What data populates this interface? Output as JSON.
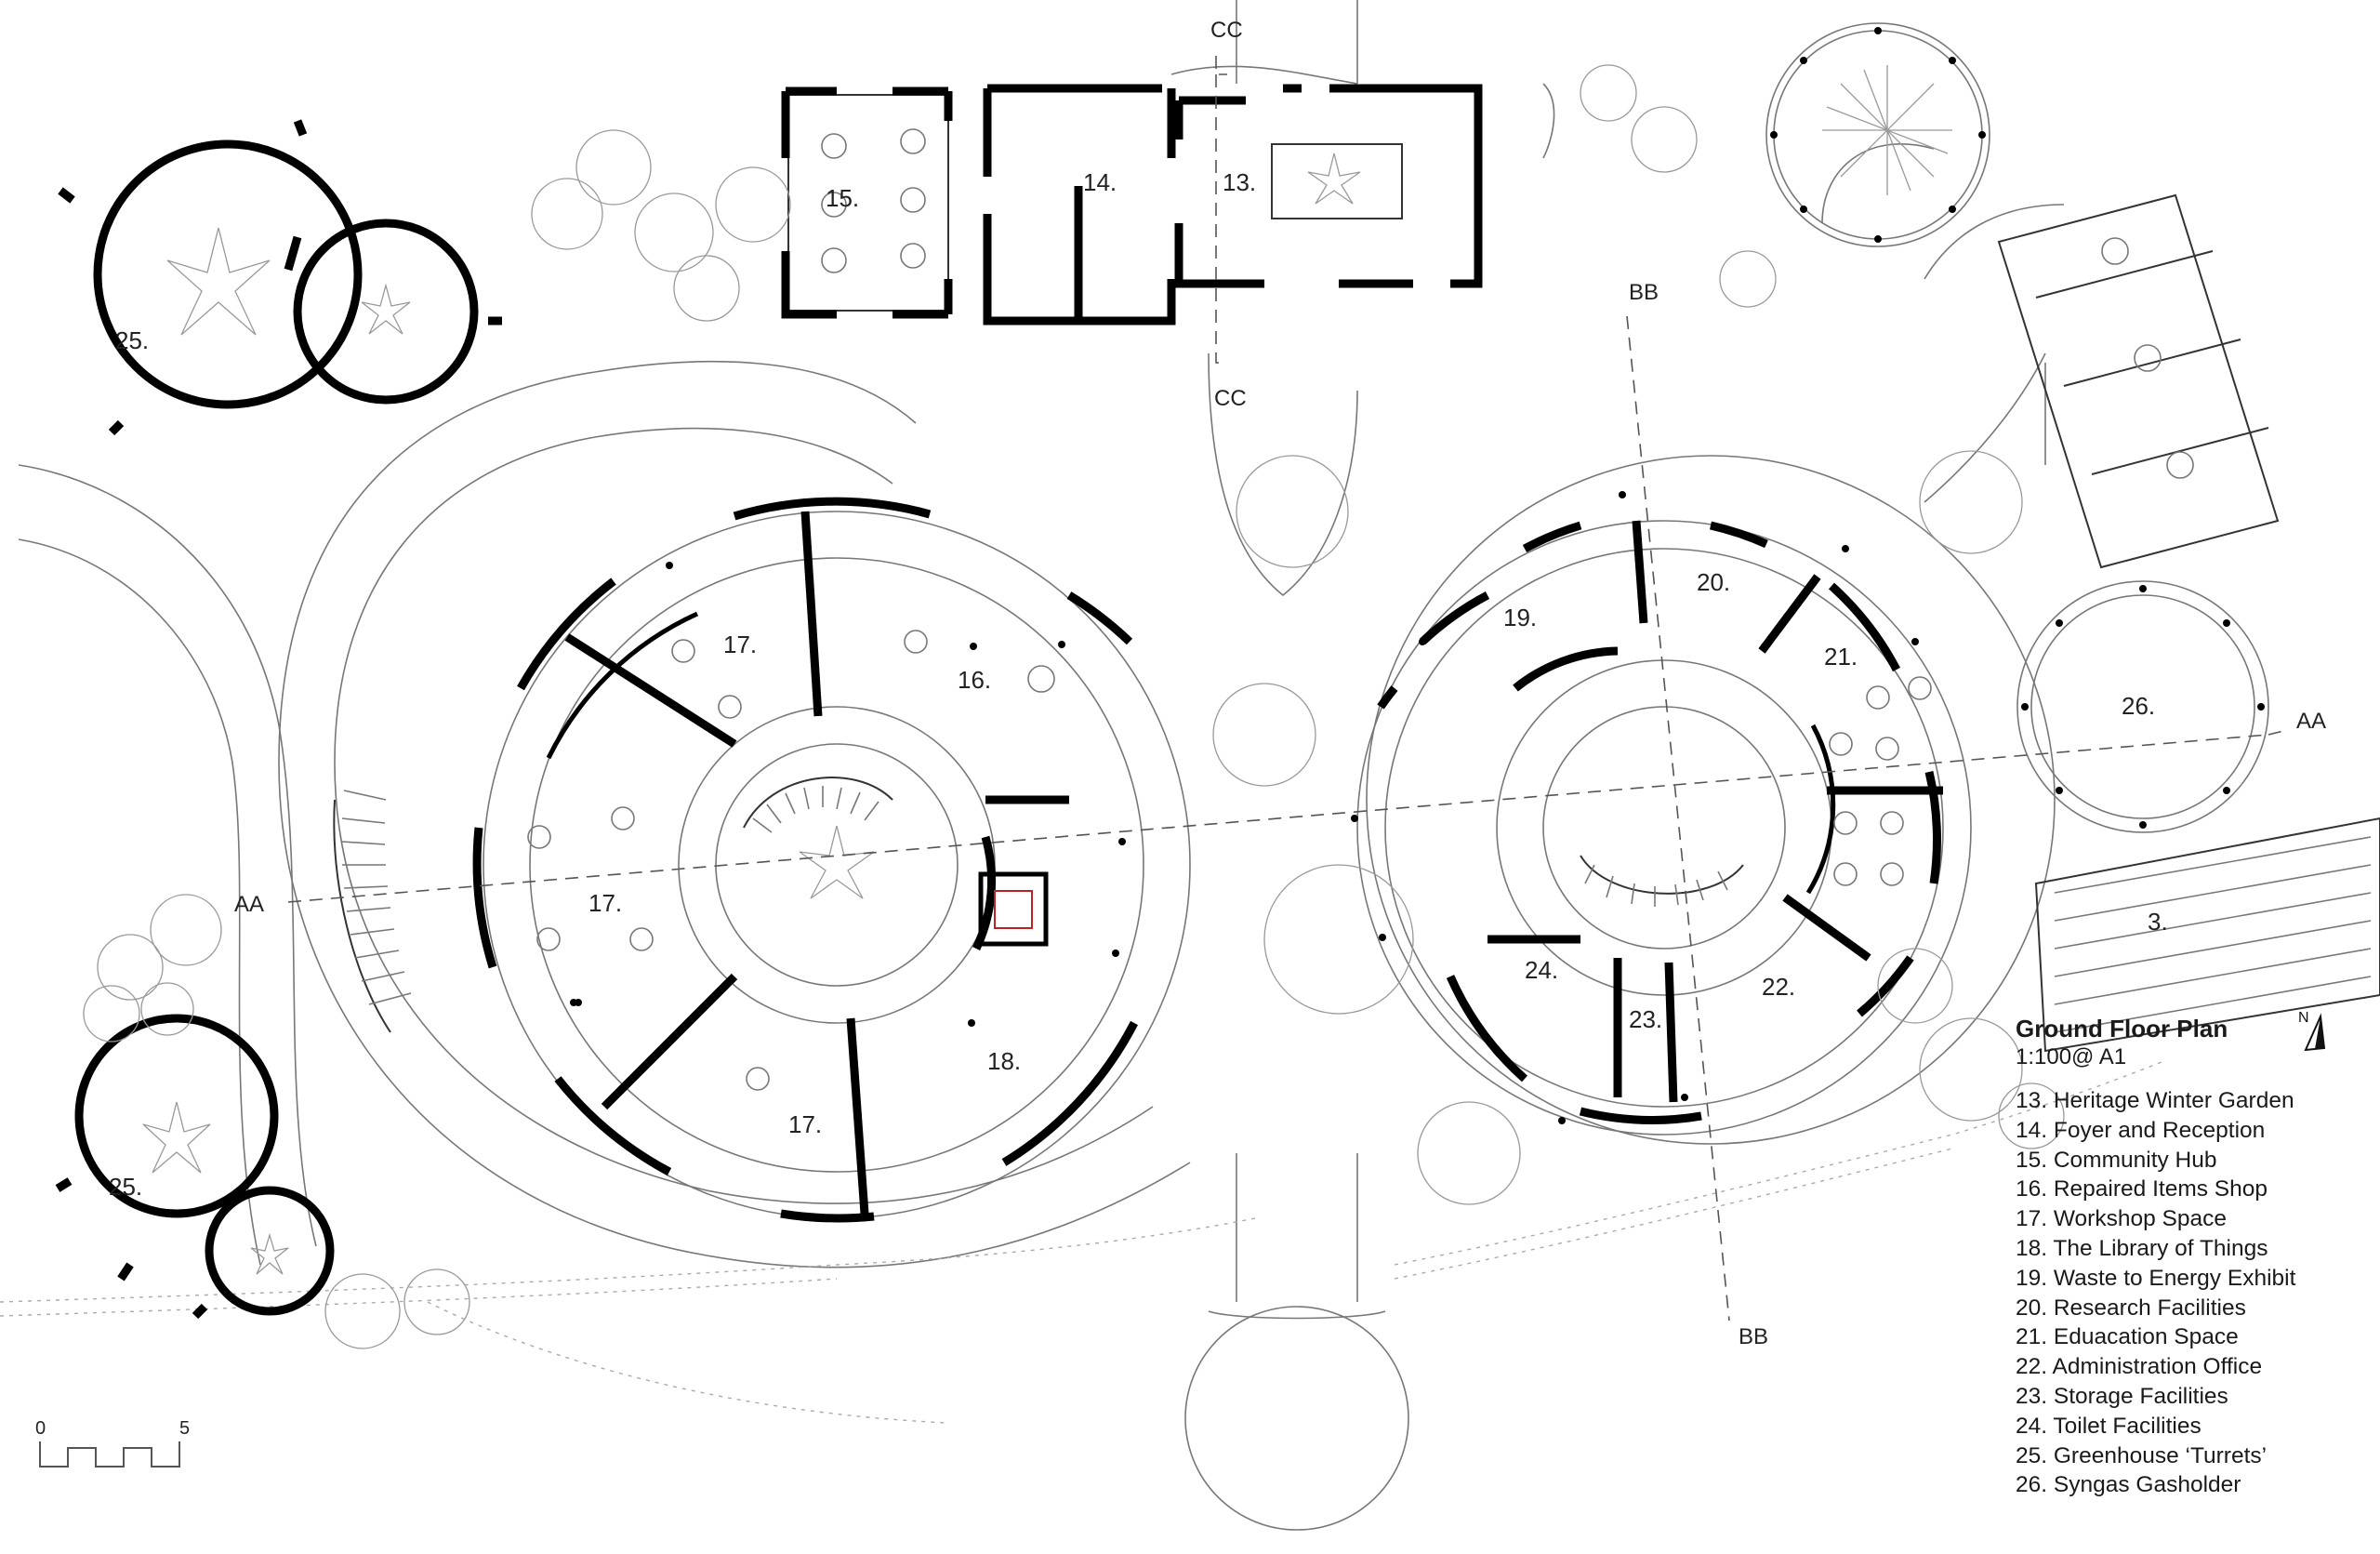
{
  "legend": {
    "title": "Ground Floor Plan",
    "scale": "1:100@ A1",
    "items": [
      "13. Heritage Winter Garden",
      "14. Foyer and Reception",
      "15. Community Hub",
      "16. Repaired Items Shop",
      "17. Workshop Space",
      "18. The Library of Things",
      "19. Waste to Energy Exhibit",
      "20. Research Facilities",
      "21. Eduacation Space",
      "22. Administration Office",
      "23. Storage Facilities",
      "24. Toilet Facilities",
      "25. Greenhouse ‘Turrets’",
      "26. Syngas Gasholder"
    ]
  },
  "north": {
    "label": "N"
  },
  "scale_bar": {
    "start": "0",
    "end": "5"
  },
  "sections": {
    "aa": "AA",
    "bb": "BB",
    "cc": "CC"
  },
  "rooms": {
    "r3": "3.",
    "r13": "13.",
    "r14": "14.",
    "r15": "15.",
    "r16": "16.",
    "r17a": "17.",
    "r17b": "17.",
    "r17c": "17.",
    "r18": "18.",
    "r19": "19.",
    "r20": "20.",
    "r21": "21.",
    "r22": "22.",
    "r23": "23.",
    "r24": "24.",
    "r25a": "25.",
    "r25b": "25.",
    "r26": "26."
  }
}
